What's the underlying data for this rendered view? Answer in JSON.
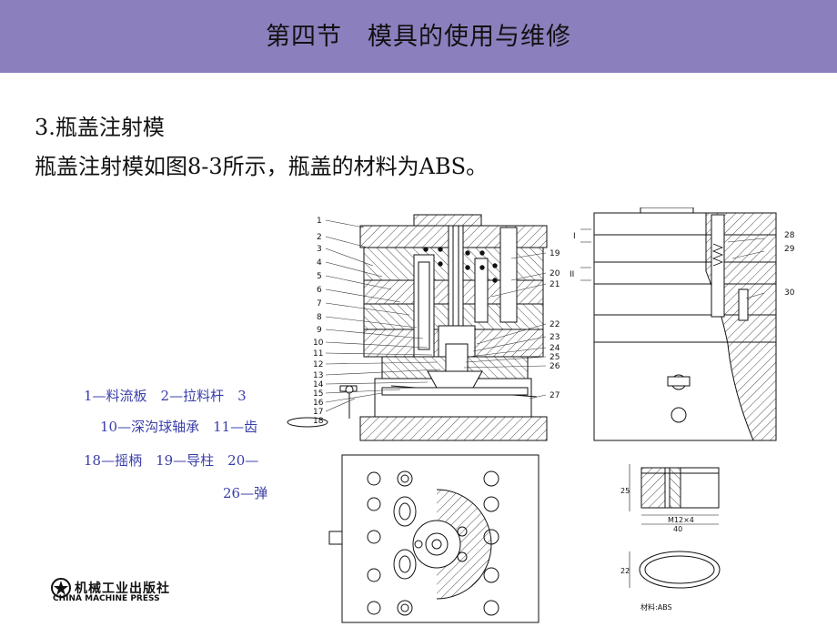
{
  "header": {
    "title": "第四节　模具的使用与维修"
  },
  "body": {
    "heading": "3.瓶盖注射模",
    "sentence": "瓶盖注射模如图8-3所示，瓶盖的材料为ABS。"
  },
  "legend": {
    "line1": "1—料流板　2—拉料杆　3",
    "line2": "10—深沟球轴承　11—齿",
    "line3": "18—摇柄　19—导柱　20—",
    "line4": "26—弹"
  },
  "figure": {
    "part_numbers_left": [
      "1",
      "2",
      "3",
      "4",
      "5",
      "6",
      "7",
      "8",
      "9",
      "10",
      "11",
      "12",
      "13",
      "14",
      "15",
      "16",
      "17",
      "18"
    ],
    "part_numbers_right": [
      "19",
      "20",
      "21",
      "22",
      "23",
      "24",
      "25",
      "26",
      "27"
    ],
    "side_numbers": [
      "28",
      "29",
      "30"
    ],
    "section_marks": [
      "I",
      "II"
    ],
    "dim_height": "25",
    "dim_thread": "M12×4",
    "dim_width": "40",
    "dim_oval_height": "22",
    "material_note": "材料:ABS"
  },
  "publisher": {
    "name_cn": "机械工业出版社",
    "name_en": "CHINA MACHINE PRESS"
  },
  "colors": {
    "header_bg": "#8c7fbd",
    "legend_text": "#3a3ea8"
  }
}
